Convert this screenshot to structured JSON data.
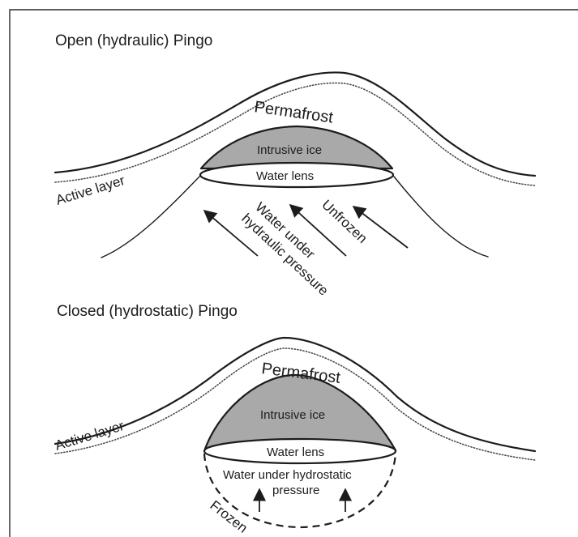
{
  "diagram": {
    "open_pingo": {
      "title": "Open (hydraulic) Pingo",
      "permafrost": "Permafrost",
      "intrusive_ice": "Intrusive ice",
      "water_lens": "Water lens",
      "active_layer": "Active layer",
      "water_under_line1": "Water under",
      "water_under_line2": "hydraulic pressure",
      "unfrozen": "Unfrozen"
    },
    "closed_pingo": {
      "title": "Closed (hydrostatic) Pingo",
      "permafrost": "Permafrost",
      "intrusive_ice": "Intrusive ice",
      "water_lens": "Water lens",
      "active_layer": "Active layer",
      "water_under_line1": "Water under hydrostatic",
      "water_under_line2": "pressure",
      "frozen": "Frozen"
    }
  }
}
